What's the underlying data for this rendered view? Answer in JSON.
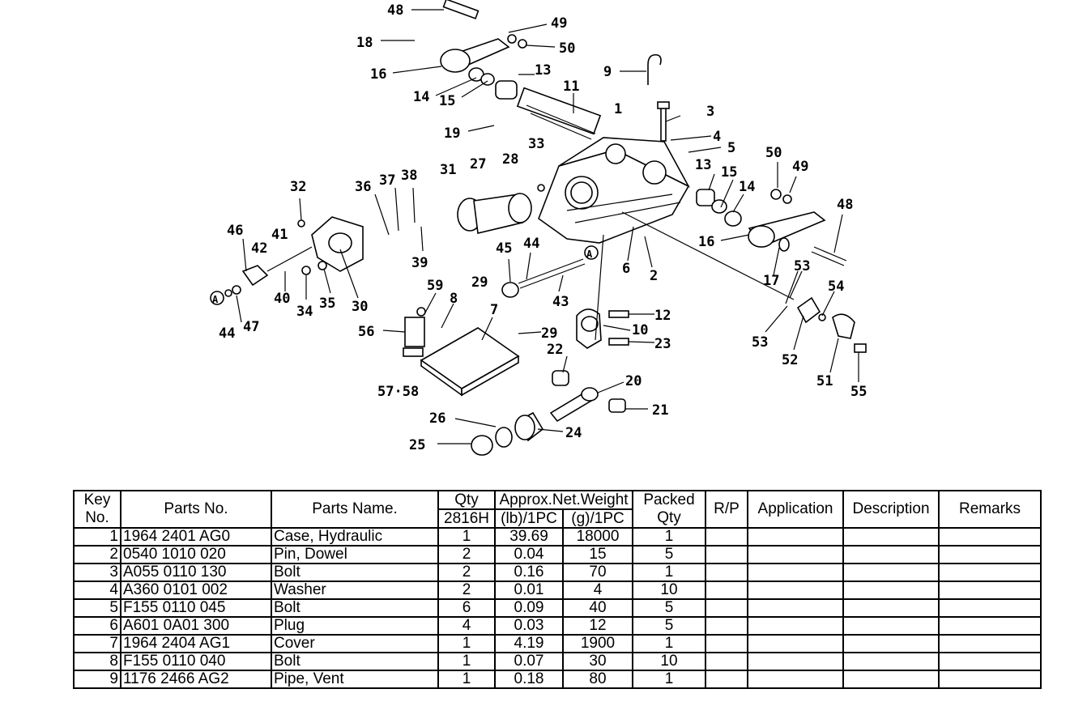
{
  "diagram": {
    "callouts": [
      "48",
      "49",
      "50",
      "18",
      "16",
      "14",
      "15",
      "13",
      "11",
      "9",
      "1",
      "3",
      "4",
      "5",
      "19",
      "33",
      "27",
      "28",
      "31",
      "36",
      "37",
      "38",
      "32",
      "46",
      "41",
      "42",
      "40",
      "34",
      "35",
      "30",
      "39",
      "45",
      "44",
      "43",
      "29",
      "59",
      "8",
      "7",
      "56",
      "57·58",
      "29",
      "22",
      "12",
      "10",
      "23",
      "20",
      "21",
      "26",
      "25",
      "24",
      "50",
      "49",
      "48",
      "13",
      "15",
      "14",
      "16",
      "17",
      "53",
      "54",
      "53",
      "52",
      "51",
      "55",
      "6",
      "2",
      "44",
      "47"
    ],
    "ref_markers": [
      "A",
      "A"
    ]
  },
  "table": {
    "headers": {
      "key": "Key No.",
      "parts_no": "Parts No.",
      "parts_name": "Parts Name.",
      "qty": "Qty",
      "qty_model": "2816H",
      "weight": "Approx.Net.Weight",
      "weight_lb": "(lb)/1PC",
      "weight_g": "(g)/1PC",
      "packed": "Packed Qty",
      "rp": "R/P",
      "application": "Application",
      "description": "Description",
      "remarks": "Remarks"
    },
    "rows": [
      {
        "key": "1",
        "parts_no": "1964 2401 AG0",
        "name": "Case, Hydraulic",
        "qty": "1",
        "lb": "39.69",
        "g": "18000",
        "packed": "1"
      },
      {
        "key": "2",
        "parts_no": "0540 1010 020",
        "name": "Pin, Dowel",
        "qty": "2",
        "lb": "0.04",
        "g": "15",
        "packed": "5"
      },
      {
        "key": "3",
        "parts_no": "A055 0110 130",
        "name": "Bolt",
        "qty": "2",
        "lb": "0.16",
        "g": "70",
        "packed": "1"
      },
      {
        "key": "4",
        "parts_no": "A360 0101 002",
        "name": "Washer",
        "qty": "2",
        "lb": "0.01",
        "g": "4",
        "packed": "10"
      },
      {
        "key": "5",
        "parts_no": "F155 0110 045",
        "name": "Bolt",
        "qty": "6",
        "lb": "0.09",
        "g": "40",
        "packed": "5"
      },
      {
        "key": "6",
        "parts_no": "A601 0A01 300",
        "name": "Plug",
        "qty": "4",
        "lb": "0.03",
        "g": "12",
        "packed": "5"
      },
      {
        "key": "7",
        "parts_no": "1964 2404 AG1",
        "name": "Cover",
        "qty": "1",
        "lb": "4.19",
        "g": "1900",
        "packed": "1"
      },
      {
        "key": "8",
        "parts_no": "F155 0110 040",
        "name": "Bolt",
        "qty": "1",
        "lb": "0.07",
        "g": "30",
        "packed": "10"
      },
      {
        "key": "9",
        "parts_no": "1176 2466 AG2",
        "name": "Pipe, Vent",
        "qty": "1",
        "lb": "0.18",
        "g": "80",
        "packed": "1"
      }
    ]
  }
}
